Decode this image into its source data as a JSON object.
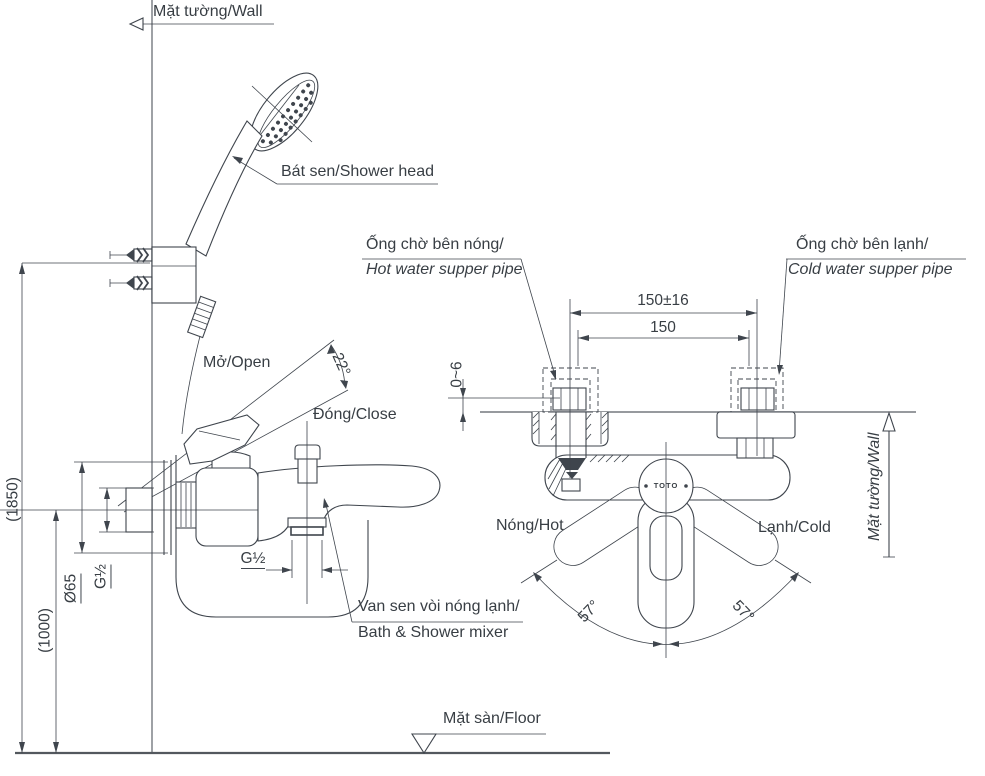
{
  "labels": {
    "wall_top": "Mặt tường/Wall",
    "shower_head": "Bát sen/Shower head",
    "hot_pipe_vi": "Ống chờ bên nóng/",
    "hot_pipe_en": "Hot water supper pipe",
    "cold_pipe_vi": "Ống chờ bên lạnh/",
    "cold_pipe_en": "Cold water supper pipe",
    "open": "Mở/Open",
    "close": "Đóng/Close",
    "mixer_vi": "Van sen vòi nóng lạnh/",
    "mixer_en": "Bath & Shower mixer",
    "handle_hot": "Nóng/Hot",
    "handle_cold": "Lạnh/Cold",
    "wall_right": "Mặt tường/Wall",
    "floor": "Mặt sàn/Floor",
    "brand": "TOTO"
  },
  "dimensions": {
    "total_height": "(1850)",
    "mixer_height": "(1000)",
    "escutcheon_diameter": "Ø65",
    "inlet_thread": "G½",
    "spout_thread": "G½",
    "pipe_spacing_tolerance": "150±16",
    "pipe_spacing": "150",
    "pipe_protrusion": "0~6",
    "handle_open_angle": "22°",
    "handle_swing_left": "57°",
    "handle_swing_right": "57°"
  },
  "colors": {
    "line": "#3f454d",
    "text": "#383e44",
    "construction": "#75797f",
    "background": "#ffffff"
  }
}
